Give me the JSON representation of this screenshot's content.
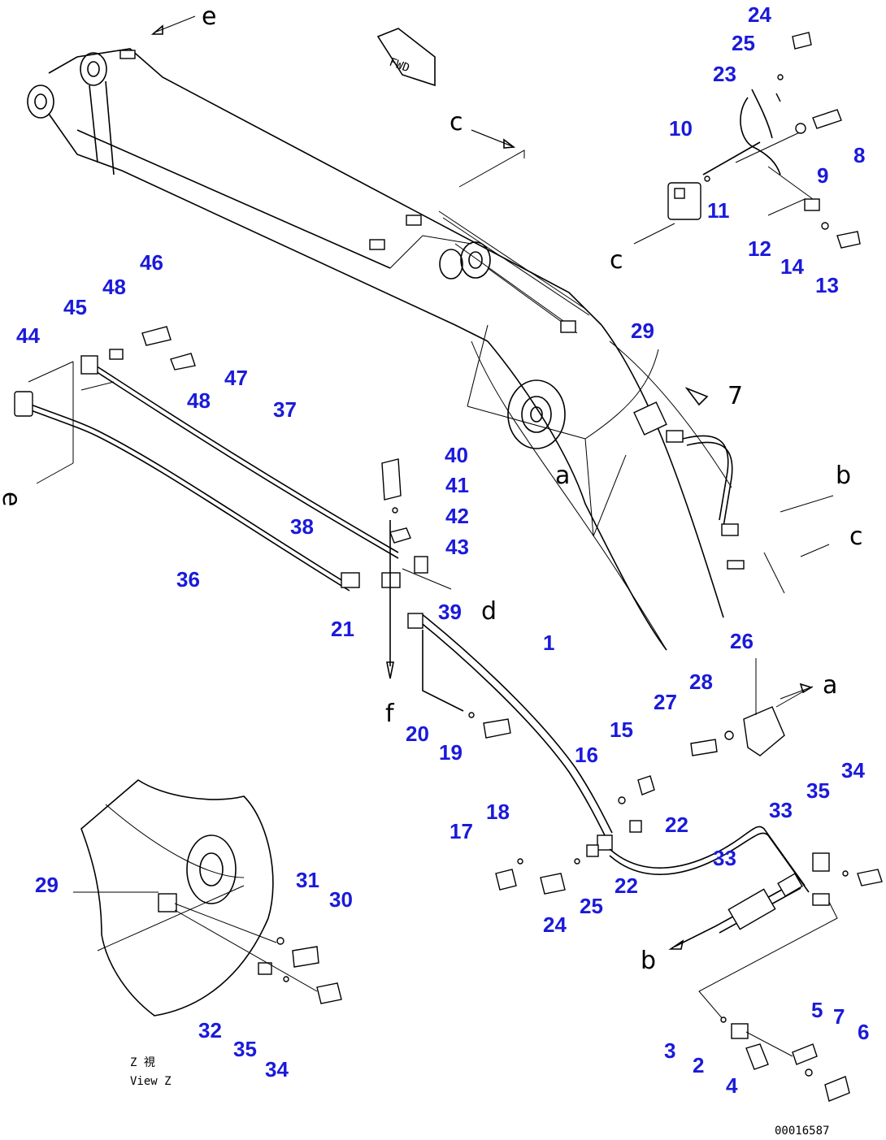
{
  "diagram": {
    "callouts": [
      "1",
      "2",
      "3",
      "4",
      "5",
      "6",
      "7",
      "8",
      "9",
      "10",
      "11",
      "12",
      "13",
      "14",
      "15",
      "16",
      "17",
      "18",
      "19",
      "20",
      "21",
      "22",
      "22",
      "23",
      "24",
      "24",
      "25",
      "25",
      "26",
      "27",
      "28",
      "29",
      "29",
      "30",
      "31",
      "32",
      "33",
      "33",
      "34",
      "34",
      "35",
      "35",
      "36",
      "37",
      "38",
      "39",
      "40",
      "41",
      "42",
      "43",
      "44",
      "45",
      "46",
      "47",
      "48",
      "48"
    ],
    "view_letters": [
      "e",
      "e",
      "c",
      "c",
      "c",
      "b",
      "b",
      "a",
      "a",
      "d",
      "f",
      "7"
    ],
    "fwd_label": "FWD",
    "view_caption_jp": "Z 視",
    "view_caption": "View Z",
    "drawing_number": "00016587"
  }
}
